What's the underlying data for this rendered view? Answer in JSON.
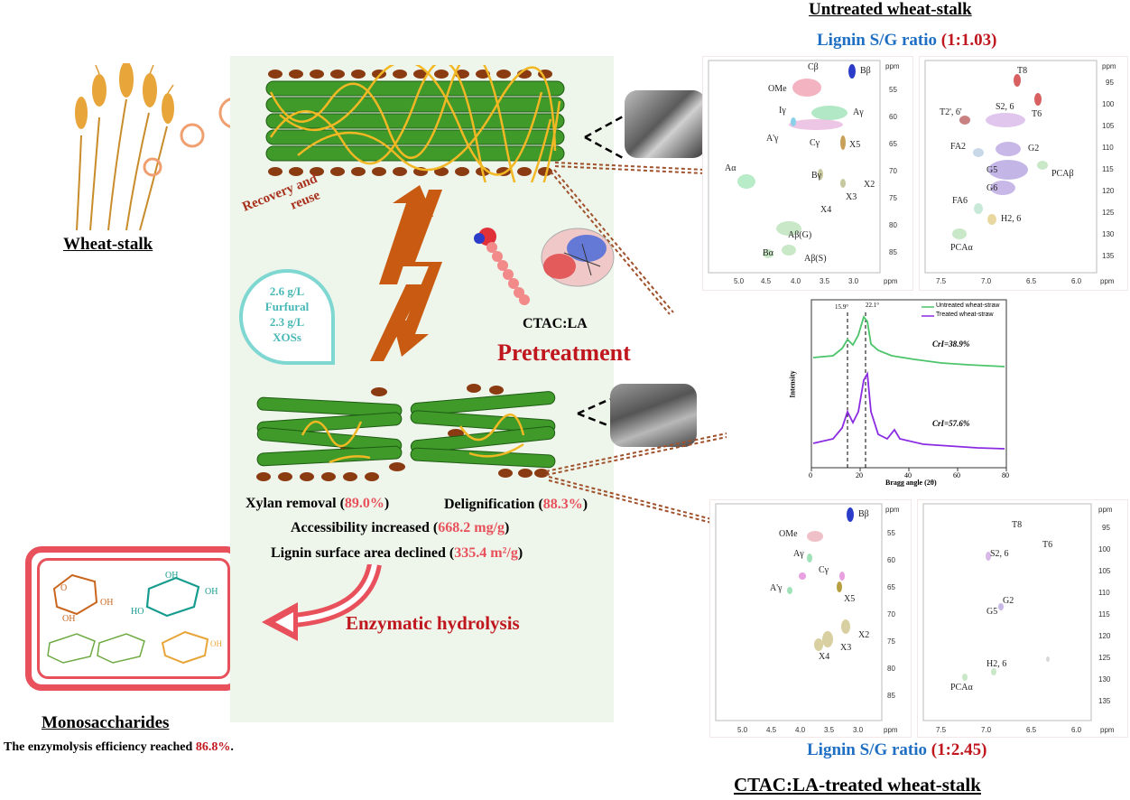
{
  "left": {
    "wheat_label": "Wheat-stalk",
    "mono_label": "Monosaccharides",
    "efficiency_prefix": "The enzymolysis efficiency reached ",
    "efficiency_value": "86.8%",
    "efficiency_suffix": "."
  },
  "center": {
    "recovery_text": "Recovery and reuse",
    "recovery_line1": "Recovery and",
    "recovery_line2": "reuse",
    "bubble_lines": [
      "2.6 g/L",
      "Furfural",
      "2.3 g/L",
      "XOSs"
    ],
    "solvent_label": "CTAC:LA",
    "pretreatment_label": "Pretreatment",
    "xylan_prefix": "Xylan removal (",
    "xylan_value": "89.0%",
    "xylan_suffix": ")",
    "delig_prefix": "Delignification (",
    "delig_value": "88.3%",
    "delig_suffix": ")",
    "access_prefix": "Accessibility increased (",
    "access_value": "668.2 mg/g",
    "access_suffix": ")",
    "lignin_prefix": "Lignin surface area declined (",
    "lignin_value": "335.4 m²/g",
    "lignin_suffix": ")",
    "enzymatic_label": "Enzymatic hydrolysis"
  },
  "right": {
    "untreated_title": "Untreated wheat-stalk",
    "sg_top_prefix": "Lignin S/G ratio ",
    "sg_top_value": "(1:1.03)",
    "sg_bottom_prefix": "Lignin S/G ratio ",
    "sg_bottom_value": "(1:2.45)",
    "treated_title": "CTAC:LA-treated wheat-stalk",
    "ppm": "ppm",
    "xrd": {
      "legend": [
        "Untreated wheat-straw",
        "Treated wheat-straw"
      ],
      "peak_labels": [
        "15.9°",
        "22.1°"
      ],
      "cri_top": "CrI=38.9%",
      "cri_bottom": "CrI=57.6%",
      "xlabel": "Bragg angle (2θ)",
      "ylabel": "Intensity",
      "xticks": [
        "0",
        "20",
        "40",
        "60",
        "80"
      ],
      "colors": {
        "untreated": "#4cc46a",
        "treated": "#8a2be2"
      }
    },
    "nmr_left_xticks": [
      "5.0",
      "4.5",
      "4.0",
      "3.5",
      "3.0"
    ],
    "nmr_left_yticks": [
      "55",
      "60",
      "65",
      "70",
      "75",
      "80",
      "85"
    ],
    "nmr_right_xticks": [
      "7.5",
      "7.0",
      "6.5",
      "6.0"
    ],
    "nmr_right_yticks": [
      "95",
      "100",
      "105",
      "110",
      "115",
      "120",
      "125",
      "130",
      "135"
    ],
    "nmr_tl_labels": [
      "Cβ",
      "Bβ",
      "OMe",
      "Iγ",
      "Aγ",
      "A'γ",
      "Cγ",
      "X5",
      "Aα",
      "Bγ",
      "X2",
      "X3",
      "X4",
      "Aβ(G)",
      "Bα",
      "Aβ(S)"
    ],
    "nmr_tr_labels": [
      "T8",
      "T6",
      "T2', 6'",
      "S2, 6",
      "FA2",
      "G2",
      "G5",
      "PCAβ",
      "G6",
      "FA6",
      "H2, 6",
      "PCAα"
    ],
    "nmr_bl_labels": [
      "Bβ",
      "OMe",
      "Aγ",
      "Cγ",
      "A'γ",
      "X5",
      "X2",
      "X3",
      "X4"
    ],
    "nmr_br_labels": [
      "T8",
      "T6",
      "S2, 6",
      "G2",
      "G5",
      "H2, 6",
      "PCAα"
    ]
  },
  "colors": {
    "accent_red": "#c0171f",
    "value_pink": "#e8505b",
    "title_blue": "#1f6fc4",
    "fiber_green": "#3f9a2a",
    "lignin_yellow": "#f2b824",
    "bead_brown": "#8b3b12",
    "arrow_orange": "#c95a12",
    "teal": "#47b8b5"
  }
}
